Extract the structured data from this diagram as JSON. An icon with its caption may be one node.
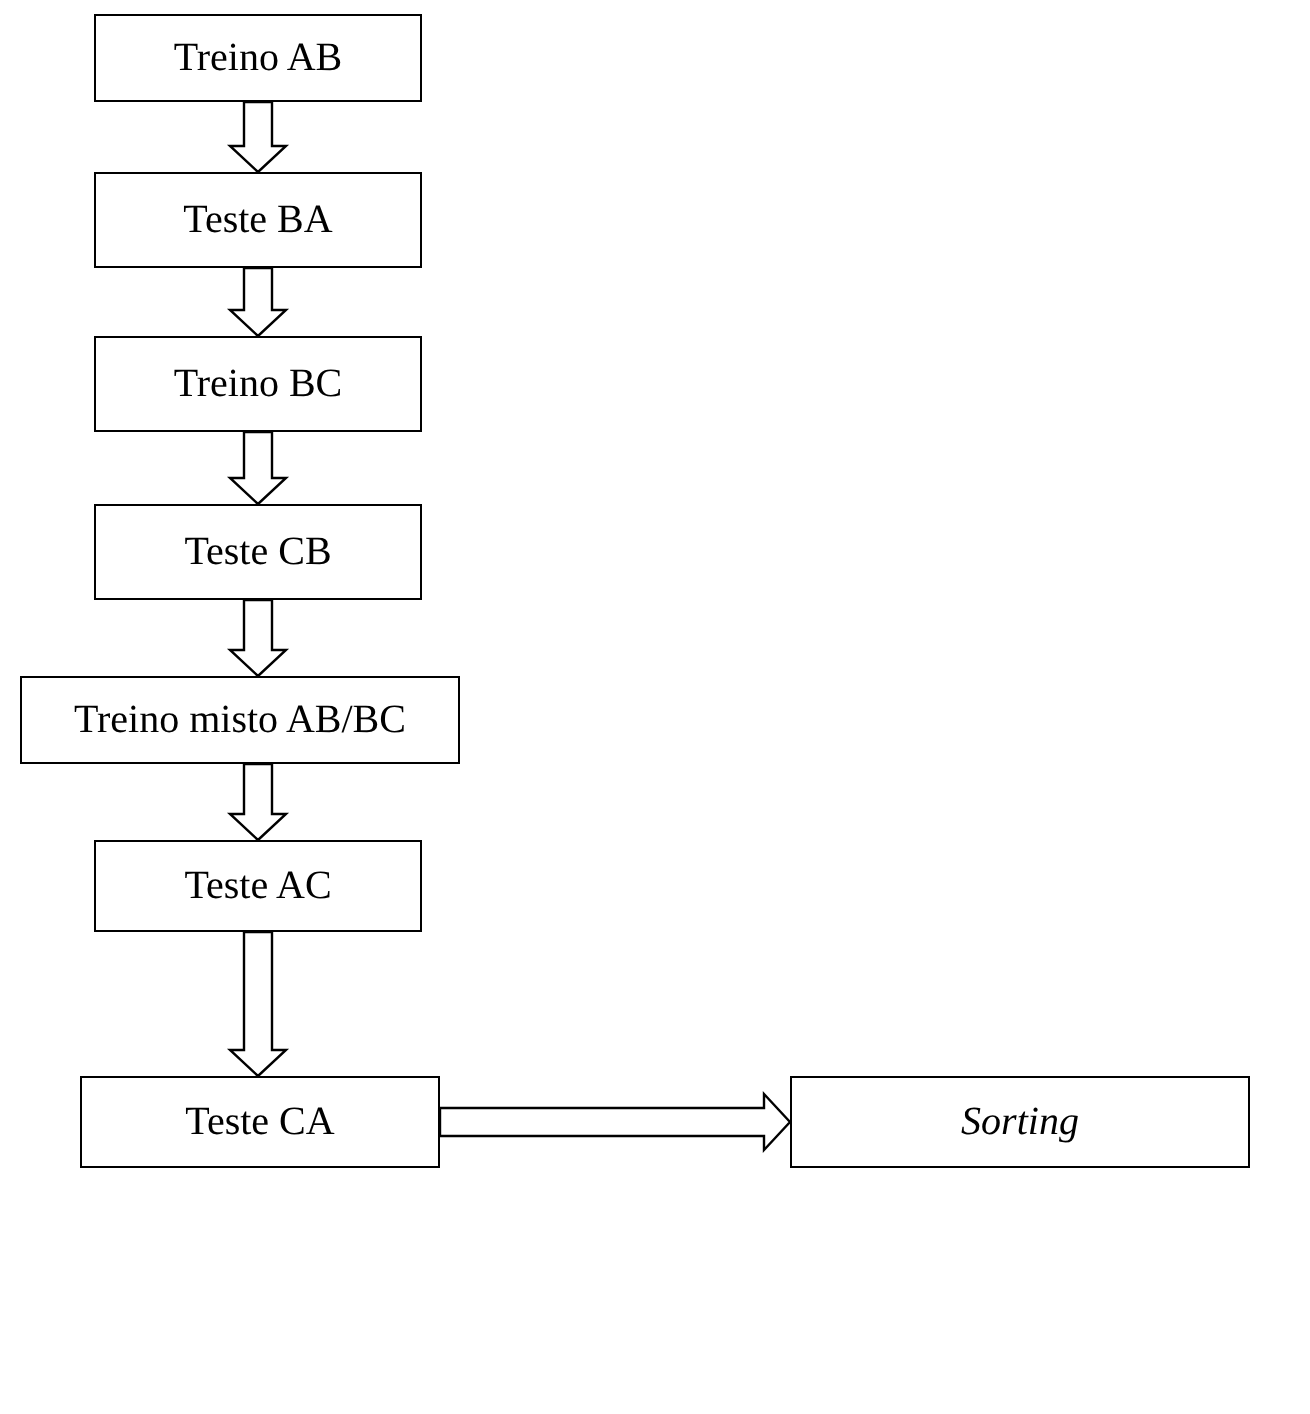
{
  "diagram": {
    "nodes": [
      {
        "text": [
          "Treino AB"
        ]
      },
      {
        "text": [
          "Teste BA"
        ]
      },
      {
        "text": [
          "Treino BC"
        ]
      },
      {
        "text": [
          "Teste CB"
        ]
      },
      {
        "text": [
          "Treino misto AB/BC"
        ]
      },
      {
        "text": [
          "Teste AC"
        ]
      },
      {
        "text": [
          "Teste CA"
        ]
      },
      {
        "text": [
          "Sorting"
        ]
      }
    ],
    "edges": [
      {
        "from": 0,
        "to": 1,
        "arrow": "to"
      },
      {
        "from": 1,
        "to": 2,
        "arrow": "to"
      },
      {
        "from": 2,
        "to": 3,
        "arrow": "to"
      },
      {
        "from": 3,
        "to": 4,
        "arrow": "to"
      },
      {
        "from": 4,
        "to": 5,
        "arrow": "to"
      },
      {
        "from": 5,
        "to": 6,
        "arrow": "to"
      },
      {
        "from": 6,
        "to": 7,
        "arrow": "to"
      }
    ]
  }
}
